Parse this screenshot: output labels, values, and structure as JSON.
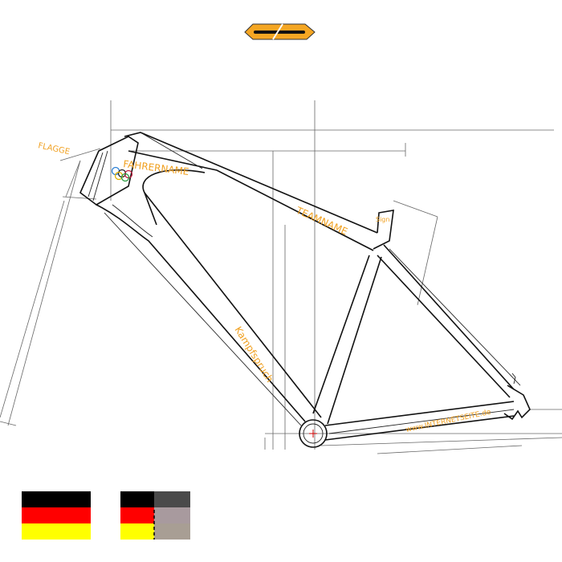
{
  "labels": {
    "flag": "FLAGGE",
    "rider_name": "FAHRERNAME",
    "team_name": "TEAMNAME",
    "signature": "Sign",
    "slogan": "Kampfspruch",
    "website": "www.INTERNETSEITE.de"
  },
  "colors": {
    "accent_text": "#f0a020",
    "logo": "#f5a623",
    "flag": [
      "#000000",
      "#ff0000",
      "#ffff00"
    ],
    "flag_muted": [
      "#4a4a4a",
      "#a89a9e",
      "#a89e94"
    ]
  },
  "icons": [
    "logo-icon",
    "olympic-rings-icon",
    "flag-germany-icon",
    "flag-germany-split-icon"
  ]
}
